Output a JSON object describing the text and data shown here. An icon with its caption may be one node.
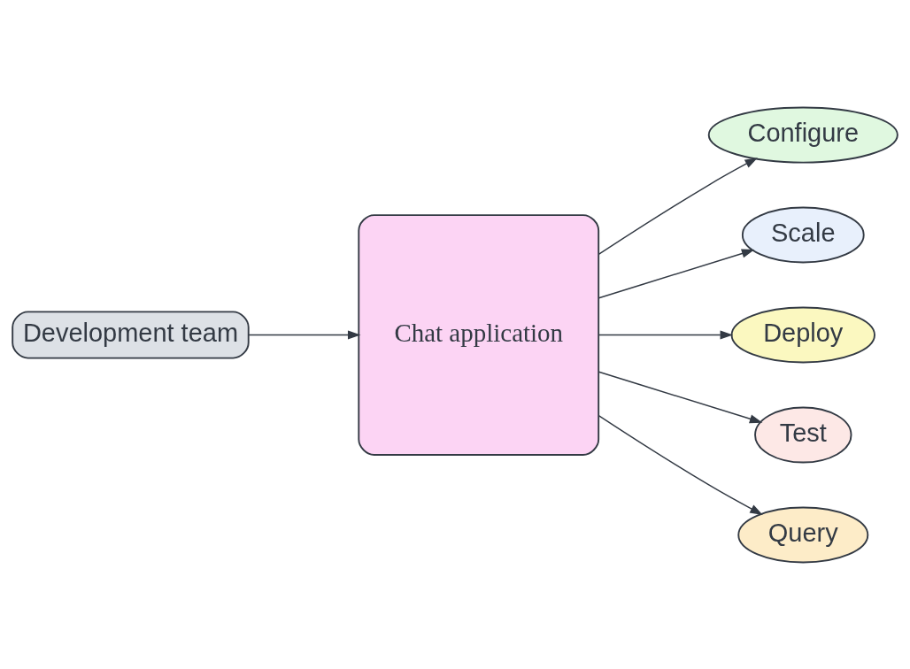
{
  "diagram": {
    "nodes": [
      {
        "text": [
          "Configure"
        ]
      },
      {
        "text": [
          "Scale"
        ]
      },
      {
        "text": [
          "Development team"
        ]
      },
      {
        "text": [
          "Chat application"
        ]
      },
      {
        "text": [
          "Deploy"
        ]
      },
      {
        "text": [
          "Test"
        ]
      },
      {
        "text": [
          "Query"
        ]
      }
    ],
    "edges": [
      {
        "from": 2,
        "to": 3,
        "arrow": "to"
      },
      {
        "from": 3,
        "to": 0,
        "arrow": "to"
      },
      {
        "from": 3,
        "to": 1,
        "arrow": "to"
      },
      {
        "from": 3,
        "to": 4,
        "arrow": "to"
      },
      {
        "from": 3,
        "to": 5,
        "arrow": "to"
      },
      {
        "from": 3,
        "to": 6,
        "arrow": "to"
      }
    ]
  }
}
